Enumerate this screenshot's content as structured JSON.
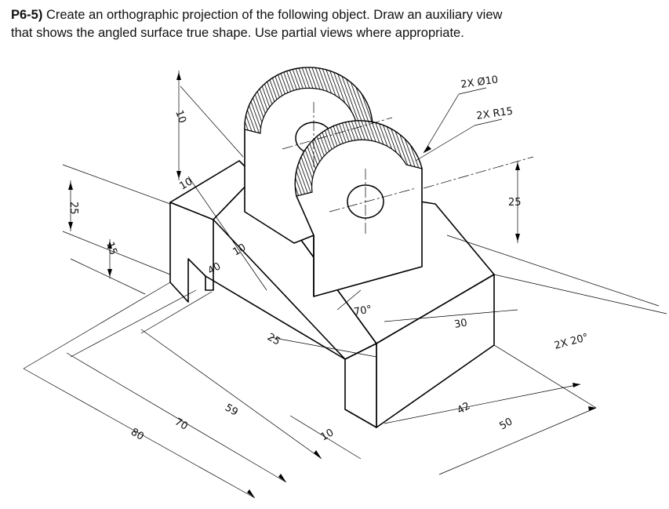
{
  "problem": {
    "number": "P6-5)",
    "line1": "Create an orthographic projection of the following object.  Draw an auxiliary view",
    "line2": "that shows the angled surface true shape.  Use partial views where appropriate."
  },
  "dimensions": {
    "hole_dia": "2X Ø10",
    "radius": "2X R15",
    "height_25_right": "25",
    "height_25_left": "25",
    "height_15": "15",
    "height_10_top": "10",
    "dim_10_slot": "10",
    "dim_10_a": "10",
    "dim_40": "40",
    "angle_70": "70°",
    "dim_25_center": "25",
    "dim_30": "30",
    "angle_20": "2X 20°",
    "dim_59": "59",
    "dim_70": "70",
    "dim_80": "80",
    "dim_10_bottom": "10",
    "dim_42": "42",
    "dim_50": "50"
  }
}
